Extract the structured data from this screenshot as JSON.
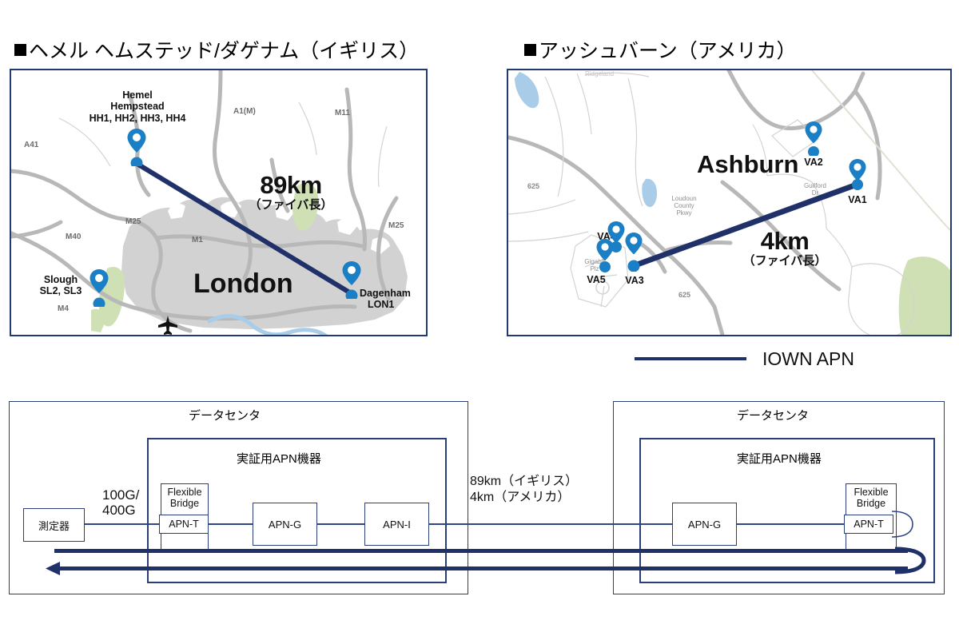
{
  "sections": {
    "left": {
      "title": "ヘメル ヘムステッド/ダゲナム（イギリス）"
    },
    "right": {
      "title": "アッシュバーン（アメリカ）"
    }
  },
  "map_uk": {
    "city_label": "London",
    "distance": "89km",
    "distance_sub": "（ファイバ長）",
    "pins": [
      {
        "id": "hemel",
        "label": "Hemel\nHempstead\nHH1, HH2, HH3, HH4"
      },
      {
        "id": "slough",
        "label": "Slough\nSL2, SL3"
      },
      {
        "id": "dagenham",
        "label": "Dagenham\nLON1"
      }
    ],
    "pin_labels": {
      "hemel_l1": "Hemel",
      "hemel_l2": "Hempstead",
      "hemel_l3": "HH1, HH2, HH3, HH4",
      "slough_l1": "Slough",
      "slough_l2": "SL2, SL3",
      "dagenham_l1": "Dagenham",
      "dagenham_l2": "LON1"
    },
    "roads": [
      "A41",
      "A1(M)",
      "M11",
      "M25",
      "M40",
      "M1",
      "M25",
      "M4"
    ],
    "road_labels": {
      "a41": "A41",
      "a1m": "A1(M)",
      "m11": "M11",
      "m25_left": "M25",
      "m40": "M40",
      "m1": "M1",
      "m25_right": "M25",
      "m4": "M4"
    }
  },
  "map_us": {
    "city_label": "Ashburn",
    "distance": "4km",
    "distance_sub": "（ファイバ長）",
    "pin_labels": {
      "va1": "VA1",
      "va2": "VA2",
      "va3": "VA3",
      "va4": "VA4",
      "va5": "VA5"
    },
    "road_labels": {
      "r625_left": "625",
      "r625_bottom": "625",
      "loudoun": "Loudoun\nCounty\nPkwy",
      "loudoun_l1": "Loudoun",
      "loudoun_l2": "County",
      "loudoun_l3": "Pkwy",
      "guilford_l1": "Guilford",
      "guilford_l2": "Dr",
      "gigabit_l1": "Gigabit",
      "gigabit_l2": "Plz",
      "ridgeland": "Ridgeland"
    }
  },
  "legend": {
    "label": "IOWN APN",
    "color": "#1f3168"
  },
  "diagram": {
    "left": {
      "dc_label": "データセンタ",
      "apn_label": "実証用APN機器",
      "meter_label": "測定器",
      "speed_l1": "100G/",
      "speed_l2": "400G",
      "fb_l1": "Flexible",
      "fb_l2": "Bridge",
      "apnt_label": "APN-T",
      "apng_label": "APN-G",
      "apni_label": "APN-I"
    },
    "middle": {
      "dist_l1": "89km（イギリス）",
      "dist_l2": "4km（アメリカ）"
    },
    "right": {
      "dc_label": "データセンタ",
      "apn_label": "実証用APN機器",
      "apng_label": "APN-G",
      "fb_l1": "Flexible",
      "fb_l2": "Bridge",
      "apnt_label": "APN-T"
    }
  },
  "colors": {
    "navy": "#1f3168",
    "frame": "#223a72",
    "pin_blue": "#1b7fc6",
    "urban_gray": "#d2d2d2",
    "road_gray": "#b8b8b8",
    "green": "#cfe0b4",
    "water": "#a9cde8"
  }
}
